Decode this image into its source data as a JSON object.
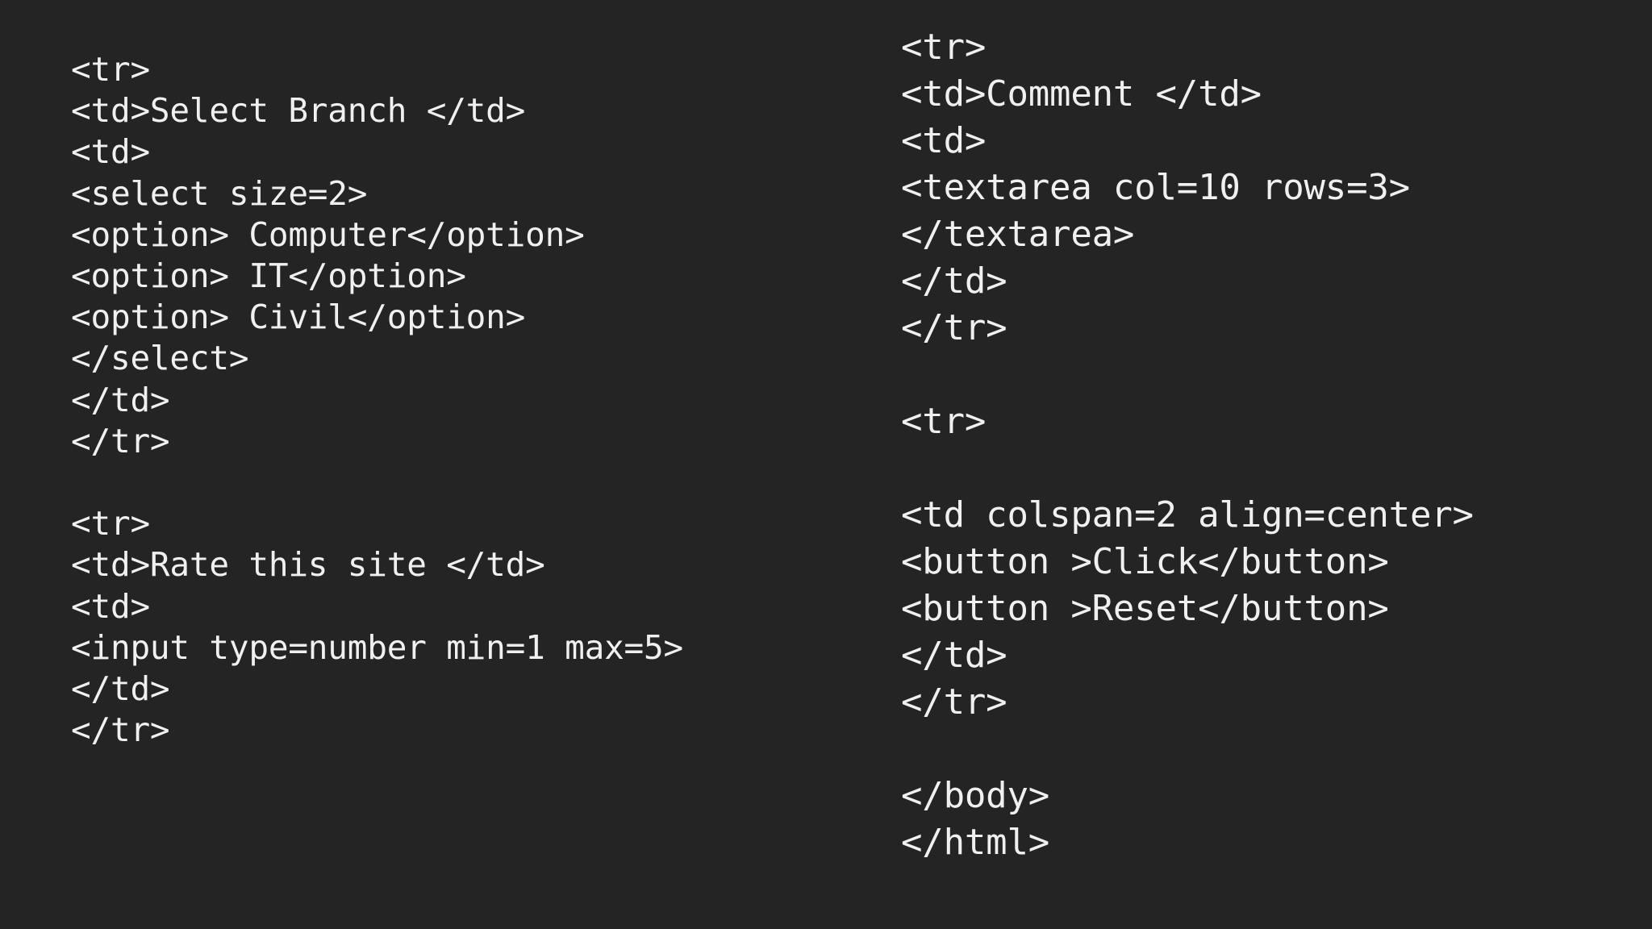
{
  "theme": {
    "background_color": "#242424",
    "text_color": "#f0f0f0"
  },
  "slide": {
    "kind": "code-listing",
    "language": "html",
    "columns": [
      {
        "id": "left",
        "lines": [
          "<tr>",
          "<td>Select Branch </td>",
          "<td>",
          "<select size=2>",
          "<option> Computer</option>",
          "<option> IT</option>",
          "<option> Civil</option>",
          "</select>",
          "</td>",
          "</tr>",
          "",
          "<tr>",
          "<td>Rate this site </td>",
          "<td>",
          "<input type=number min=1 max=5>",
          "</td>",
          "</tr>"
        ]
      },
      {
        "id": "right",
        "lines": [
          "<tr>",
          "<td>Comment </td>",
          "<td>",
          "<textarea col=10 rows=3>",
          "</textarea>",
          "</td>",
          "</tr>",
          "",
          "<tr>",
          "",
          "<td colspan=2 align=center>",
          "<button >Click</button>",
          "<button >Reset</button>",
          "</td>",
          "</tr>",
          "",
          "</body>",
          "</html>"
        ]
      }
    ]
  }
}
